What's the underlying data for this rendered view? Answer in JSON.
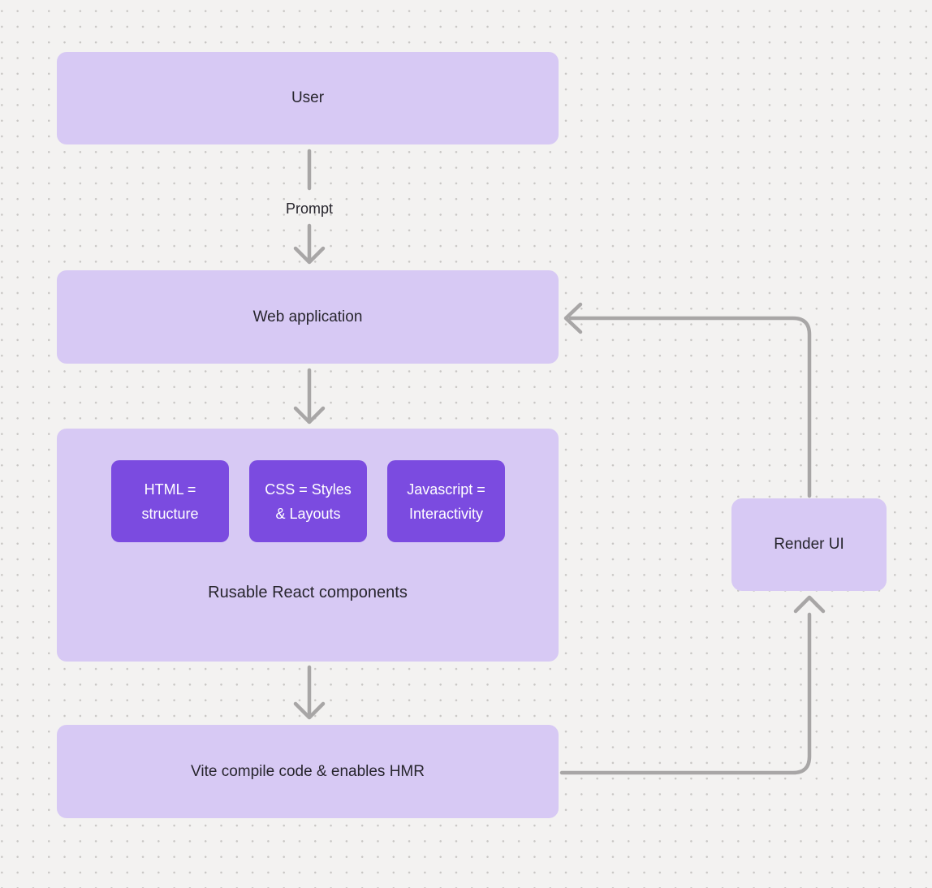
{
  "theme": {
    "background": "#f3f2f1",
    "dot_color": "#c8c6c4",
    "node_fill_light": "#d7c9f4",
    "node_fill_dark": "#7b4be0",
    "connector_color": "#a8a6a6",
    "text_dark": "#27252d",
    "text_light": "#ffffff"
  },
  "nodes": {
    "user": {
      "label": "User"
    },
    "web_application": {
      "label": "Web application"
    },
    "components_group": {
      "label": "Rusable React components"
    },
    "html": {
      "line1": "HTML =",
      "line2": "structure"
    },
    "css": {
      "line1": "CSS = Styles",
      "line2": "& Layouts"
    },
    "javascript": {
      "line1": "Javascript =",
      "line2": "Interactivity"
    },
    "vite": {
      "label": "Vite compile code & enables HMR"
    },
    "render_ui": {
      "label": "Render UI"
    }
  },
  "edges": {
    "user_to_web_application": {
      "from": "user",
      "to": "web_application",
      "label": "Prompt"
    },
    "web_application_to_components": {
      "from": "web_application",
      "to": "components_group",
      "label": ""
    },
    "components_to_vite": {
      "from": "components_group",
      "to": "vite",
      "label": ""
    },
    "vite_to_render_ui": {
      "from": "vite",
      "to": "render_ui",
      "label": ""
    },
    "render_ui_to_web_application": {
      "from": "render_ui",
      "to": "web_application",
      "label": ""
    }
  }
}
